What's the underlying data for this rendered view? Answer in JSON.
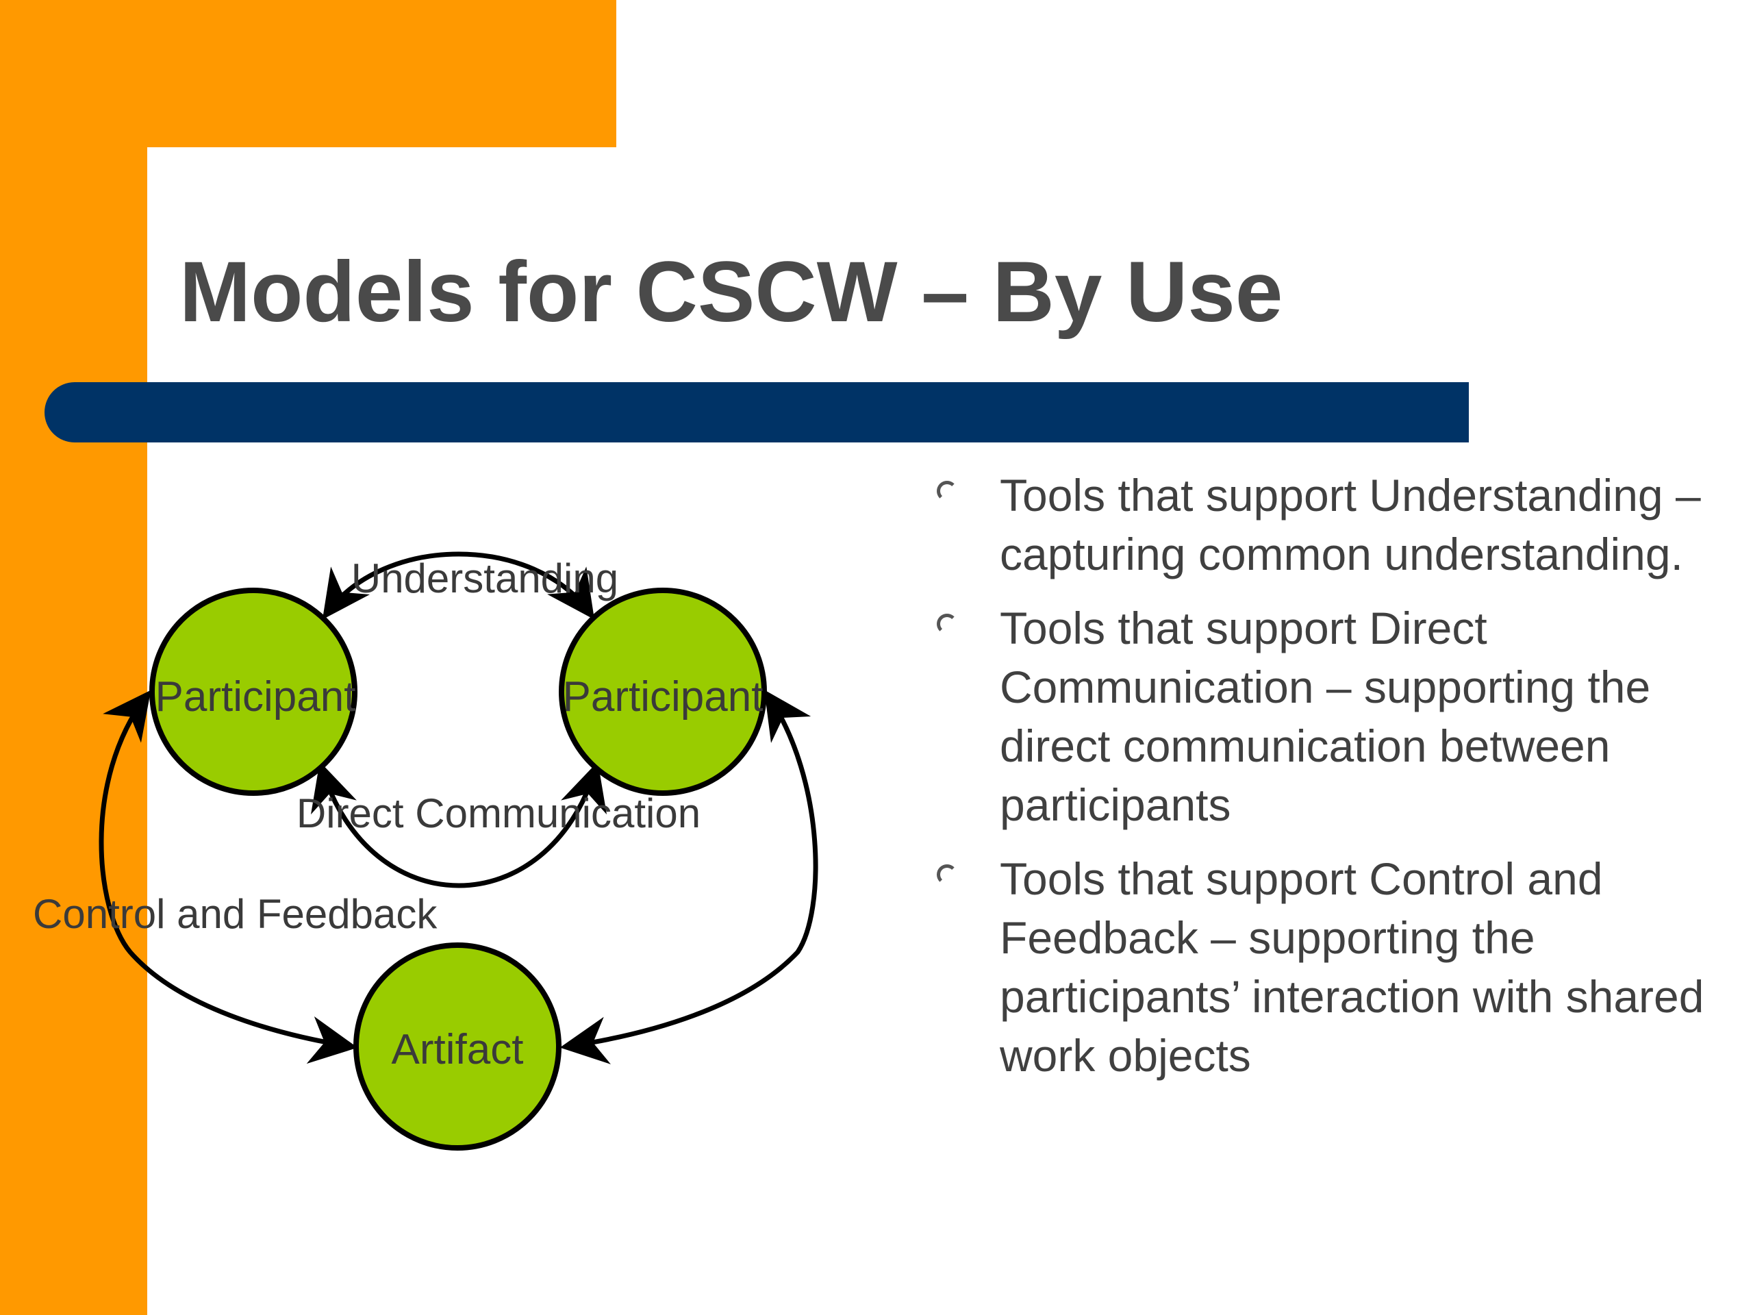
{
  "slide": {
    "title": "Models for CSCW – By Use",
    "colors": {
      "orange": "#FF9900",
      "navy": "#003366",
      "node_fill": "#99CC00",
      "title_text": "#4a4a4a",
      "body_text": "#404040"
    }
  },
  "diagram": {
    "nodes": [
      {
        "id": "participant-left",
        "label": "Participant"
      },
      {
        "id": "participant-right",
        "label": "Participant"
      },
      {
        "id": "artifact",
        "label": "Artifact"
      }
    ],
    "edges": [
      {
        "id": "understanding",
        "label": "Understanding",
        "from": "participant-left",
        "to": "participant-right"
      },
      {
        "id": "direct-communication",
        "label": "Direct Communication",
        "from": "participant-left",
        "to": "participant-right"
      },
      {
        "id": "control-feedback",
        "label": "Control and Feedback",
        "from": "participant-left",
        "to": "artifact"
      },
      {
        "id": "control-feedback-right",
        "label": "",
        "from": "participant-right",
        "to": "artifact"
      }
    ]
  },
  "bullets": [
    {
      "text": "Tools that support Understanding – capturing common understanding."
    },
    {
      "text": "Tools that support Direct Communication – supporting the direct communication between participants"
    },
    {
      "text": "Tools that support Control and Feedback – supporting the participants’ interaction with shared work objects"
    }
  ]
}
